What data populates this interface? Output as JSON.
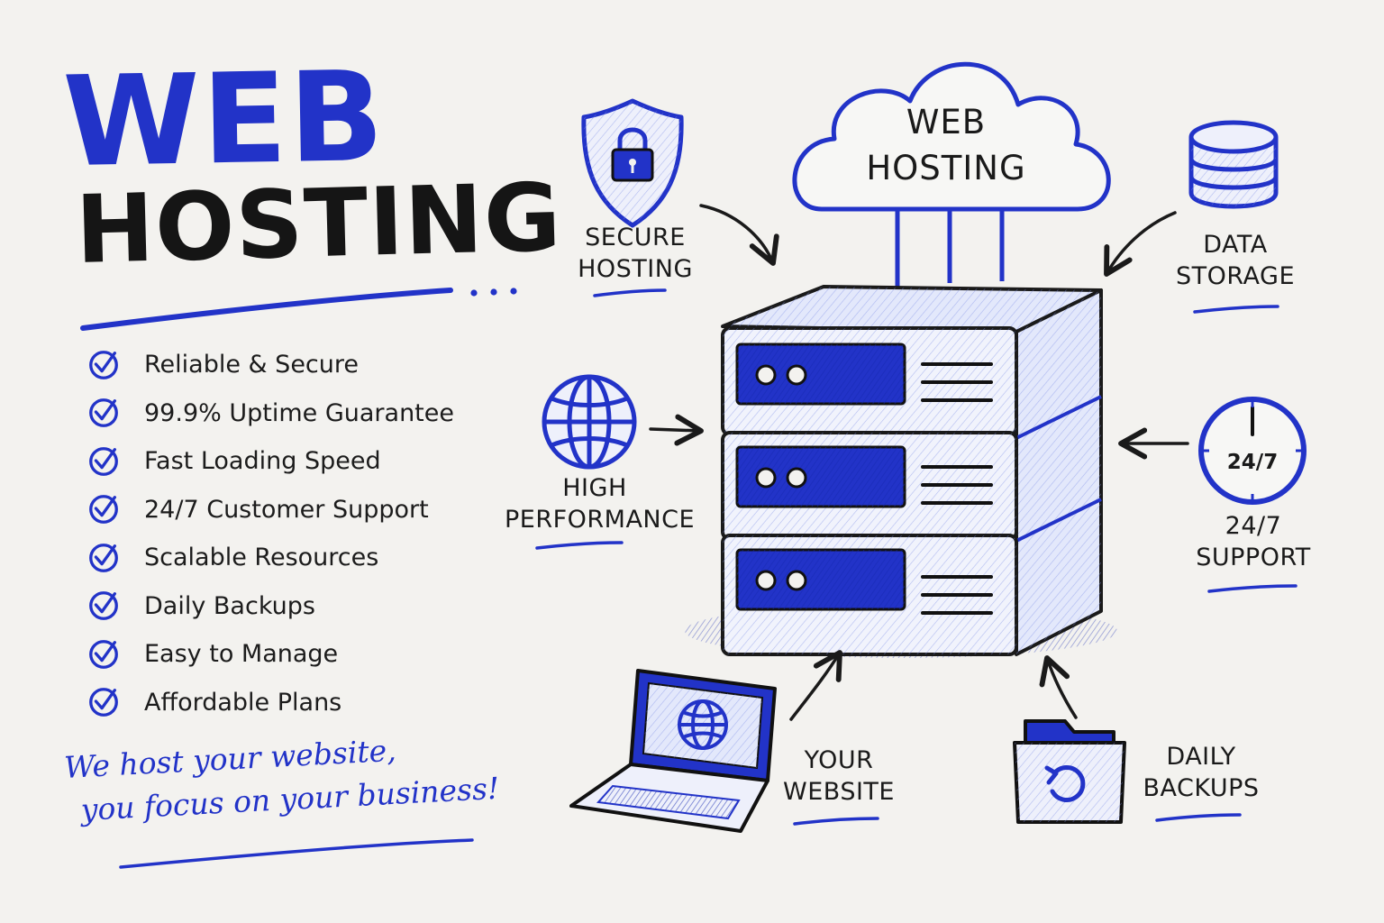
{
  "title": {
    "line1": "WEB",
    "line2": "HOSTING"
  },
  "features": [
    "Reliable & Secure",
    "99.9% Uptime Guarantee",
    "Fast Loading Speed",
    "24/7 Customer Support",
    "Scalable Resources",
    "Daily Backups",
    "Easy to Manage",
    "Affordable Plans"
  ],
  "tagline": {
    "line1": "We host your website,",
    "line2": "you focus on your business!"
  },
  "diagram": {
    "cloud_label": {
      "line1": "WEB",
      "line2": "HOSTING"
    },
    "nodes": {
      "secure_hosting": {
        "line1": "SECURE",
        "line2": "HOSTING",
        "icon": "shield-lock-icon"
      },
      "data_storage": {
        "line1": "DATA",
        "line2": "STORAGE",
        "icon": "database-icon"
      },
      "high_performance": {
        "line1": "HIGH",
        "line2": "PERFORMANCE",
        "icon": "globe-icon"
      },
      "support": {
        "line1": "24/7",
        "line2": "SUPPORT",
        "icon": "clock-icon",
        "icon_text": "24/7"
      },
      "your_website": {
        "line1": "YOUR",
        "line2": "WEBSITE",
        "icon": "laptop-icon"
      },
      "daily_backups": {
        "line1": "DAILY",
        "line2": "BACKUPS",
        "icon": "backup-folder-icon"
      }
    },
    "center_icon": "server-stack-icon"
  },
  "colors": {
    "accent": "#2233c8",
    "ink": "#1a1a1a",
    "paper": "#f3f2ef",
    "panel": "#e3e8fb"
  }
}
